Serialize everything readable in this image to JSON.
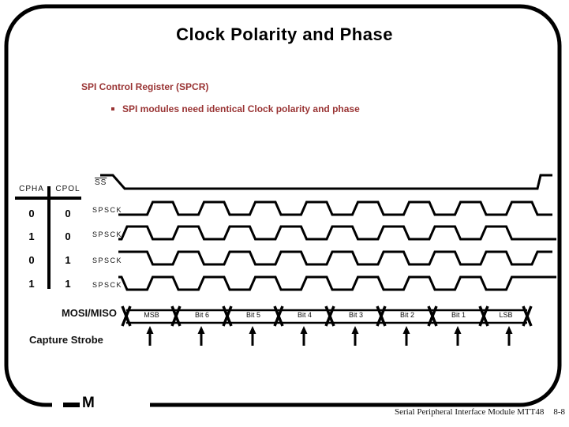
{
  "slide": {
    "title": "Clock Polarity and Phase",
    "heading": "SPI Control Register (SPCR)",
    "bullet": "SPI modules need identical Clock polarity and phase",
    "accent_color": "#993333"
  },
  "table": {
    "headers": [
      "CPHA",
      "CPOL"
    ],
    "rows": [
      {
        "cpha": "0",
        "cpol": "0"
      },
      {
        "cpha": "1",
        "cpol": "0"
      },
      {
        "cpha": "0",
        "cpol": "1"
      },
      {
        "cpha": "1",
        "cpol": "1"
      }
    ]
  },
  "signals": {
    "ss_label": "SS",
    "clock_cycles": 8,
    "spsck_rows": [
      {
        "label": "SPSCK",
        "cpha": 0,
        "cpol": 0
      },
      {
        "label": "SPSCK",
        "cpha": 1,
        "cpol": 0
      },
      {
        "label": "SPSCK",
        "cpha": 0,
        "cpol": 1
      },
      {
        "label": "SPSCK",
        "cpha": 1,
        "cpol": 1
      }
    ]
  },
  "bus": {
    "label": "MOSI/MISO",
    "bits": [
      "MSB",
      "Bit 6",
      "Bit 5",
      "Bit 4",
      "Bit 3",
      "Bit 2",
      "Bit 1",
      "LSB"
    ]
  },
  "capture": {
    "label": "Capture Strobe",
    "count": 8
  },
  "footer": {
    "logo": "M",
    "module": "Serial Peripheral Interface Module MTT48",
    "page": "8-8"
  }
}
